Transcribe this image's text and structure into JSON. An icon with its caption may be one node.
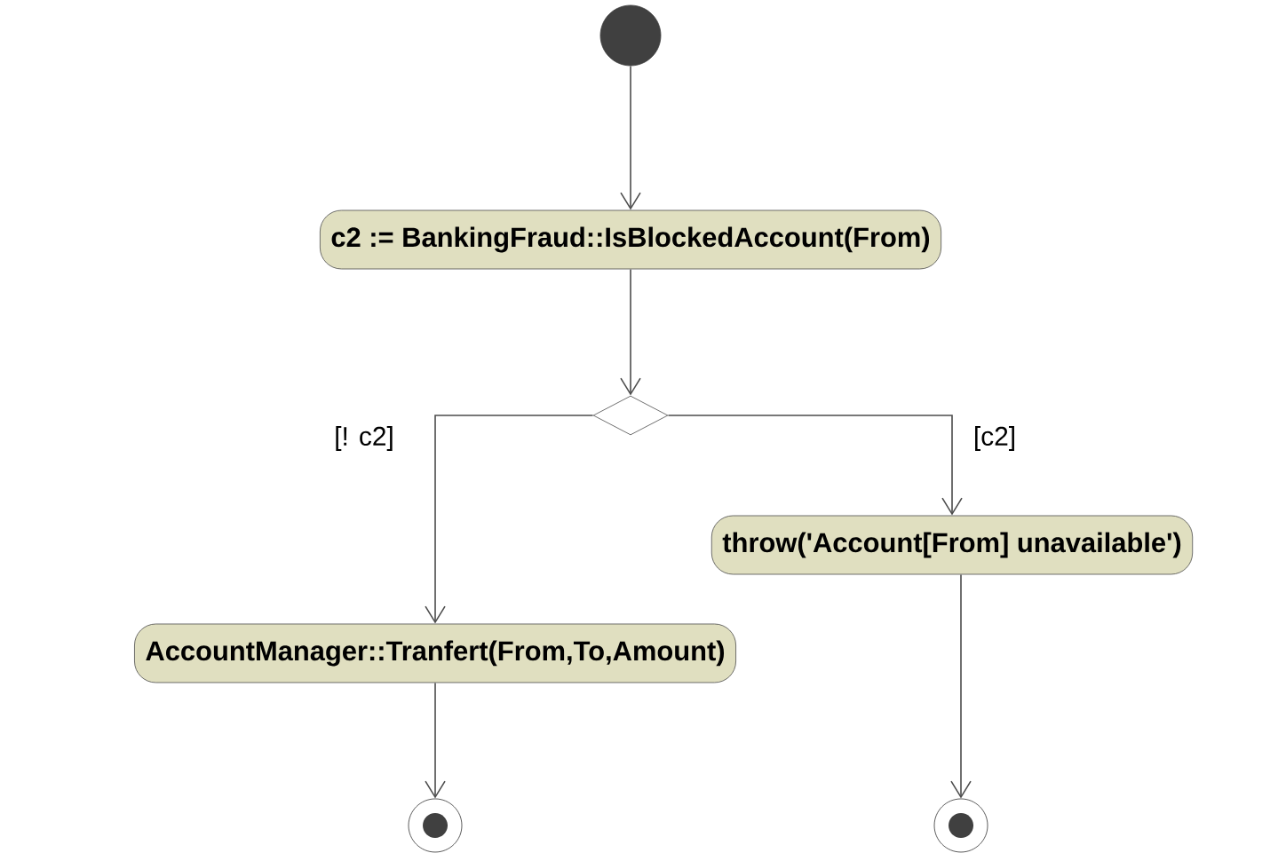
{
  "diagram": {
    "nodes": [
      {
        "text": [],
        "shape": "circle"
      },
      {
        "text": [
          "c2 := BankingFraud::IsBlockedAccount(From)"
        ]
      },
      {
        "text": [],
        "shape": "diamond"
      },
      {
        "text": [
          "throw('Account[From] unavailable')"
        ]
      },
      {
        "text": [
          "AccountManager::Tranfert(From,To,Amount)"
        ]
      },
      {
        "text": [],
        "shape": "final"
      },
      {
        "text": [],
        "shape": "final"
      }
    ],
    "edges": [
      {
        "from": 0,
        "to": 1,
        "arrow": "to"
      },
      {
        "from": 1,
        "to": 2,
        "arrow": "to"
      },
      {
        "from": 2,
        "to": 4,
        "arrow": "to",
        "label": "[! c2]"
      },
      {
        "from": 2,
        "to": 3,
        "arrow": "to",
        "label": "[c2]"
      },
      {
        "from": 4,
        "to": 5,
        "arrow": "to"
      },
      {
        "from": 3,
        "to": 6,
        "arrow": "to"
      }
    ]
  }
}
